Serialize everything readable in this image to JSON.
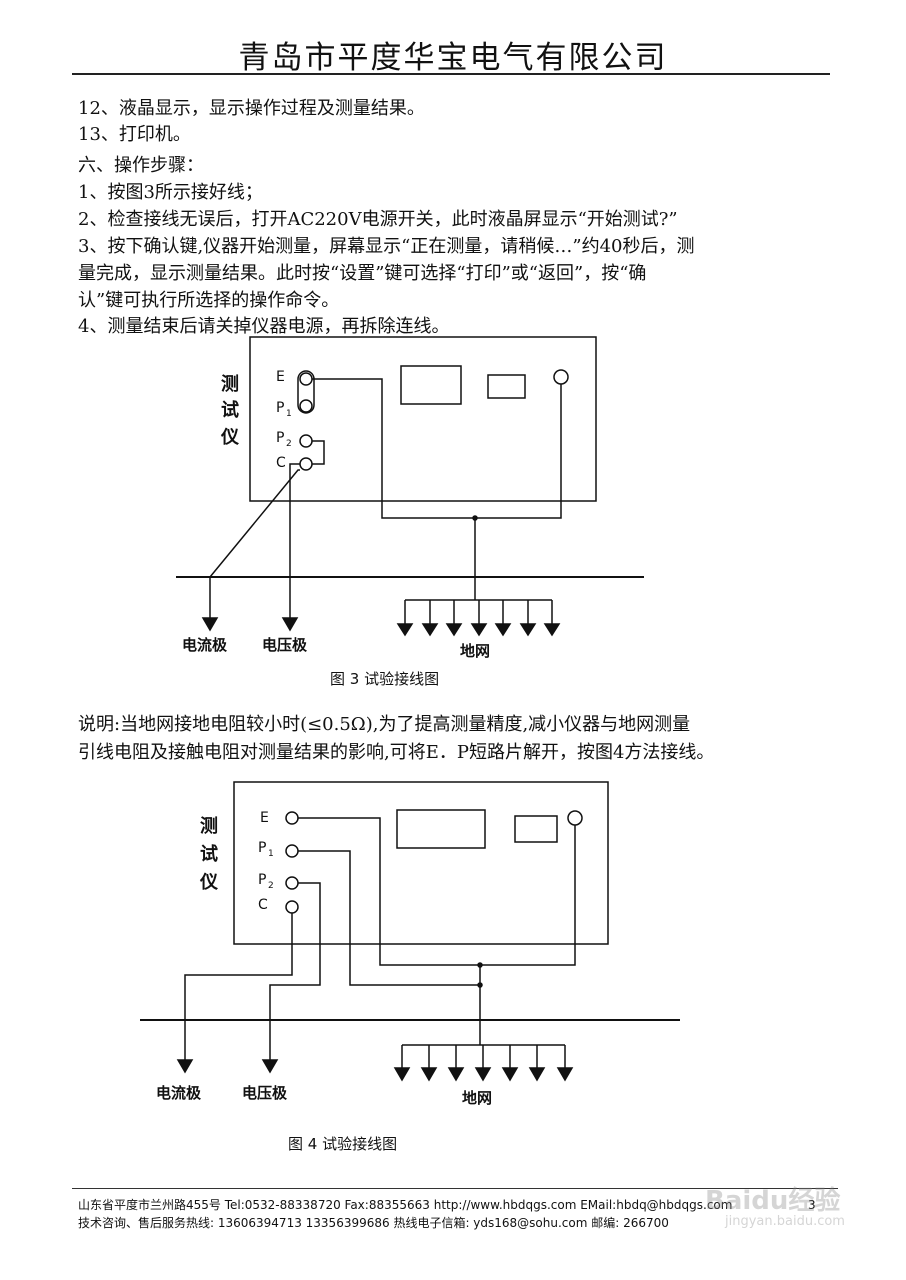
{
  "header": {
    "title": "青岛市平度华宝电气有限公司"
  },
  "body": {
    "lines": [
      "12、液晶显示，显示操作过程及测量结果。",
      "13、打印机。",
      "六、操作步骤：",
      "1、按图3所示接好线；",
      "2、检查接线无误后，打开AC220V电源开关，此时液晶屏显示“开始测试?”",
      "3、按下确认键,仪器开始测量，屏幕显示“正在测量，请稍候…”约40秒后，测",
      "量完成，显示测量结果。此时按“设置”键可选择“打印”或“返回”，按“确",
      "认”键可执行所选择的操作命令。",
      "4、测量结束后请关掉仪器电源，再拆除连线。"
    ],
    "note_lines": [
      "说明:当地网接地电阻较小时(≤0.5Ω),为了提高测量精度,减小仪器与地网测量",
      "引线电阻及接触电阻对测量结果的影响,可将E．P短路片解开，按图4方法接线。"
    ]
  },
  "figure3": {
    "device_label": [
      "测",
      "试",
      "仪"
    ],
    "terminals": {
      "e": "E",
      "p1": "P",
      "p1_sub": "1",
      "p2": "P",
      "p2_sub": "2",
      "c": "C"
    },
    "current_electrode": "电流极",
    "voltage_electrode": "电压极",
    "ground_grid": "地网",
    "caption": "图 3  试验接线图"
  },
  "figure4": {
    "device_label": [
      "测",
      "试",
      "仪"
    ],
    "terminals": {
      "e": "E",
      "p1": "P",
      "p1_sub": "1",
      "p2": "P",
      "p2_sub": "2",
      "c": "C"
    },
    "current_electrode": "电流极",
    "voltage_electrode": "电压极",
    "ground_grid": "地网",
    "caption": "图 4    试验接线图"
  },
  "footer": {
    "line1": "山东省平度市兰州路455号 Tel:0532-88338720 Fax:88355663 http://www.hbdqgs.com  EMail:hbdq@hbdqgs.com",
    "line2": "技术咨询、售后服务热线: 13606394713 13356399686 热线电子信箱: yds168@sohu.com 邮编: 266700",
    "page_number": "3"
  },
  "watermark": {
    "text": "Baidu经验",
    "url": "jingyan.baidu.com"
  }
}
